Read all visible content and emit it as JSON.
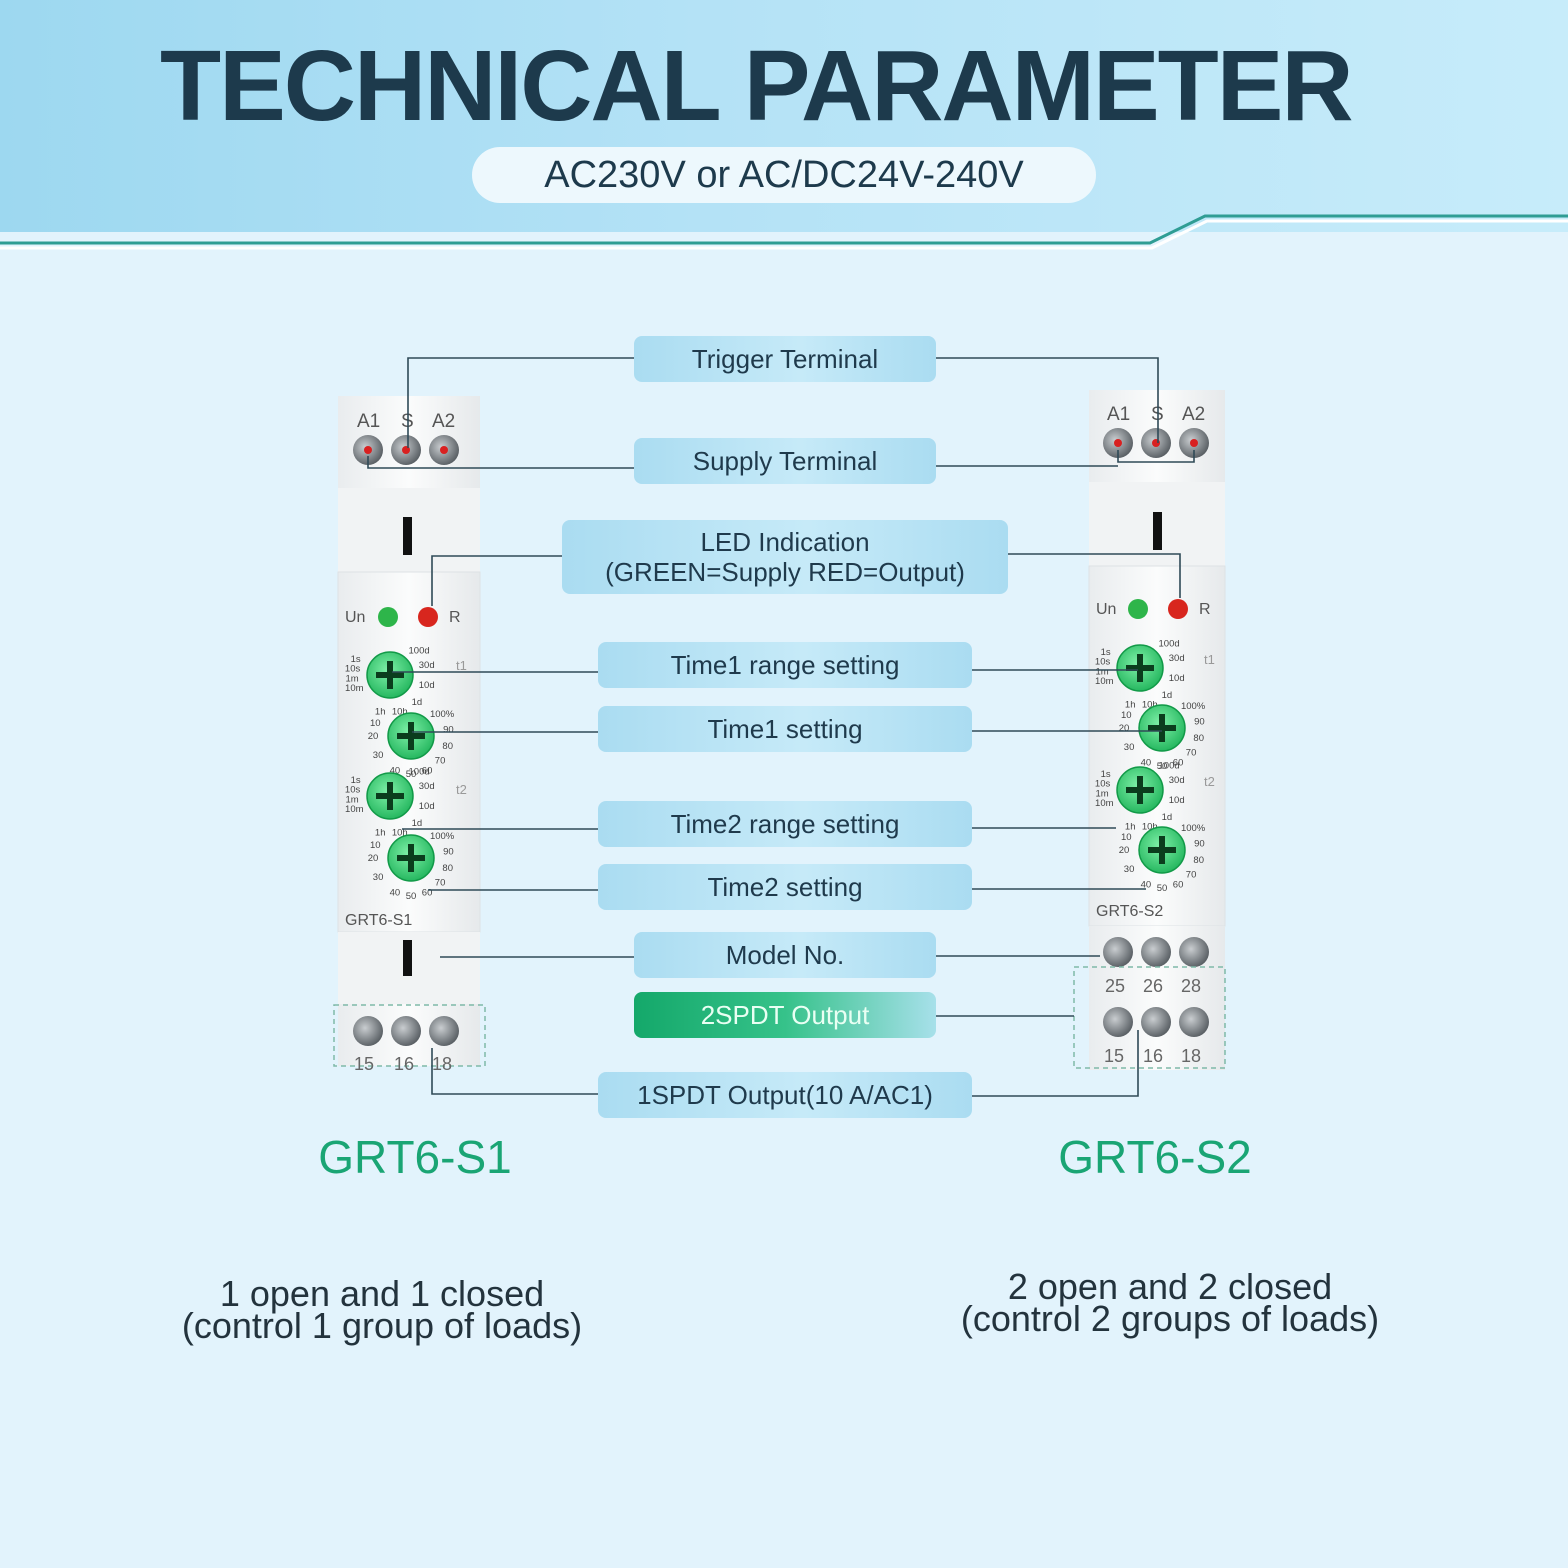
{
  "header": {
    "title": "TECHNICAL PARAMETER",
    "voltage": "AC230V or AC/DC24V-240V"
  },
  "labels": {
    "trigger": "Trigger Terminal",
    "supply": "Supply Terminal",
    "led_line1": "LED Indication",
    "led_line2": "(GREEN=Supply RED=Output)",
    "time1_range": "Time1 range setting",
    "time1_setting": "Time1 setting",
    "time2_range": "Time2 range setting",
    "time2_setting": "Time2 setting",
    "model_no": "Model No.",
    "output_2spdt": "2SPDT Output",
    "output_1spdt": "1SPDT Output(10 A/AC1)"
  },
  "devices": {
    "left": {
      "name": "GRT6-S1",
      "top_terminals": [
        "A1",
        "S",
        "A2"
      ],
      "bottom_terminals": [
        "15",
        "16",
        "18"
      ],
      "led_green": "Un",
      "led_red": "R",
      "knob1_tag": "t1",
      "knob2_tag": "t2"
    },
    "right": {
      "name": "GRT6-S2",
      "top_terminals": [
        "A1",
        "S",
        "A2"
      ],
      "mid_terminals": [
        "25",
        "26",
        "28"
      ],
      "bottom_terminals": [
        "15",
        "16",
        "18"
      ],
      "led_green": "Un",
      "led_red": "R",
      "knob1_tag": "t1",
      "knob2_tag": "t2"
    }
  },
  "dial": {
    "range_marks": [
      "10m",
      "1m",
      "10s",
      "1s",
      "1h",
      "10h",
      "1d",
      "10d",
      "30d",
      "100d"
    ],
    "percent_marks": [
      "10",
      "20",
      "30",
      "40",
      "50",
      "60",
      "70",
      "80",
      "90",
      "100%"
    ]
  },
  "models": {
    "left": {
      "title": "GRT6-S1",
      "desc_line1": "1 open and 1 closed",
      "desc_line2": "(control 1 group of loads)"
    },
    "right": {
      "title": "GRT6-S2",
      "desc_line1": "2 open and 2 closed",
      "desc_line2": "(control 2 groups of loads)"
    }
  },
  "colors": {
    "header_bg": "#a9dcf1",
    "body_bg": "#e2f3fc",
    "accent_green": "#1aa574",
    "leader_line": "#2f4a57",
    "led_green": "#2eb54a",
    "led_red": "#d8261e"
  }
}
